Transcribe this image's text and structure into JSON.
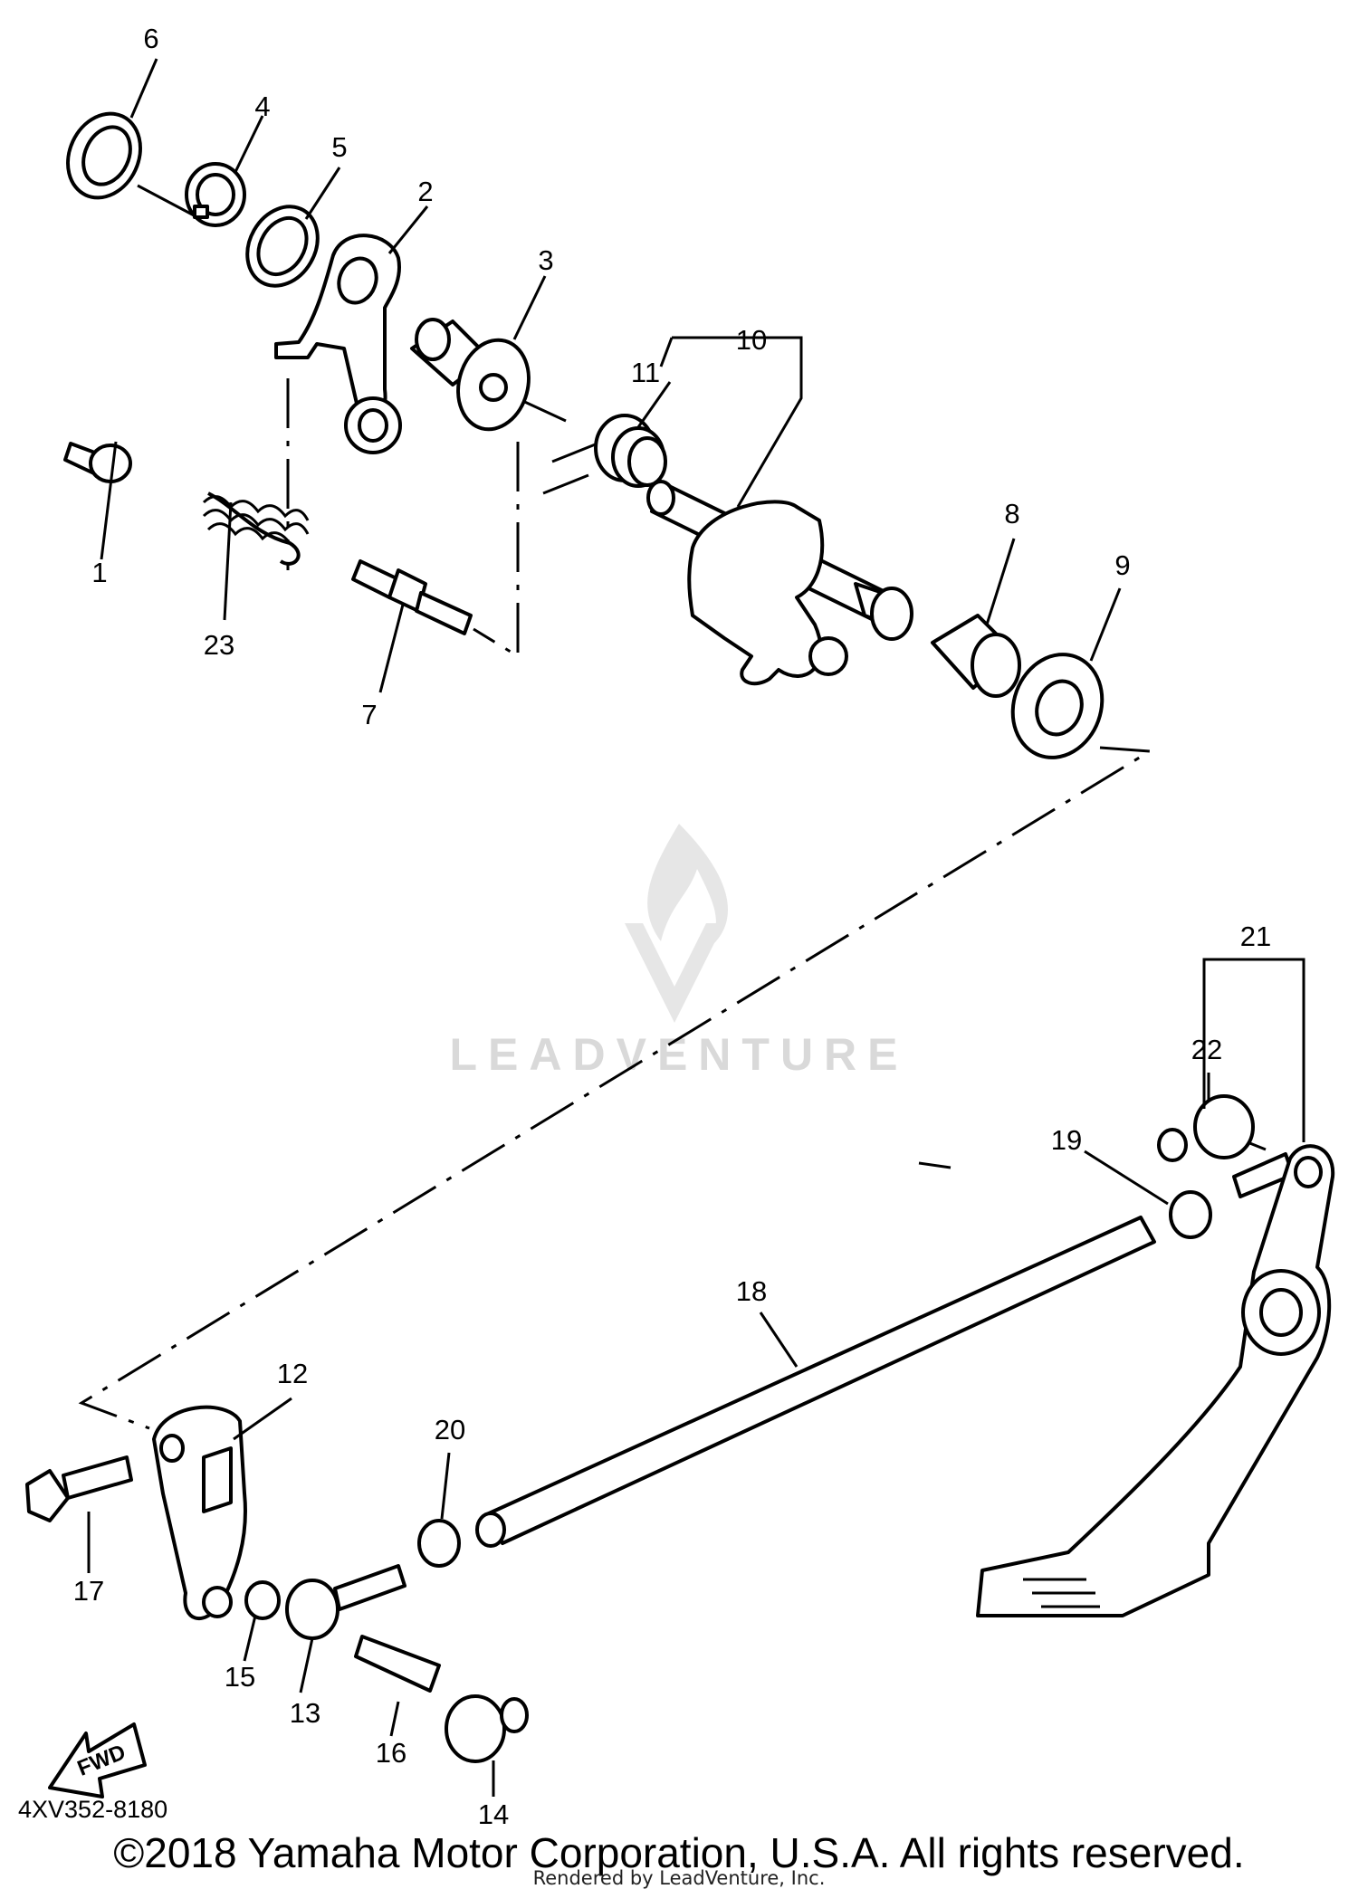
{
  "diagram": {
    "part_labels": [
      "1",
      "2",
      "3",
      "4",
      "5",
      "6",
      "7",
      "8",
      "9",
      "10",
      "11",
      "12",
      "13",
      "14",
      "15",
      "16",
      "17",
      "18",
      "19",
      "20",
      "21",
      "22",
      "23"
    ],
    "fwd_label": "FWD",
    "drawing_code": "4XV352-8180",
    "copyright": "©2018 Yamaha Motor Corporation, U.S.A. All rights reserved.",
    "rendered_by": "Rendered by LeadVenture, Inc.",
    "watermark": "LEADVENTURE"
  }
}
